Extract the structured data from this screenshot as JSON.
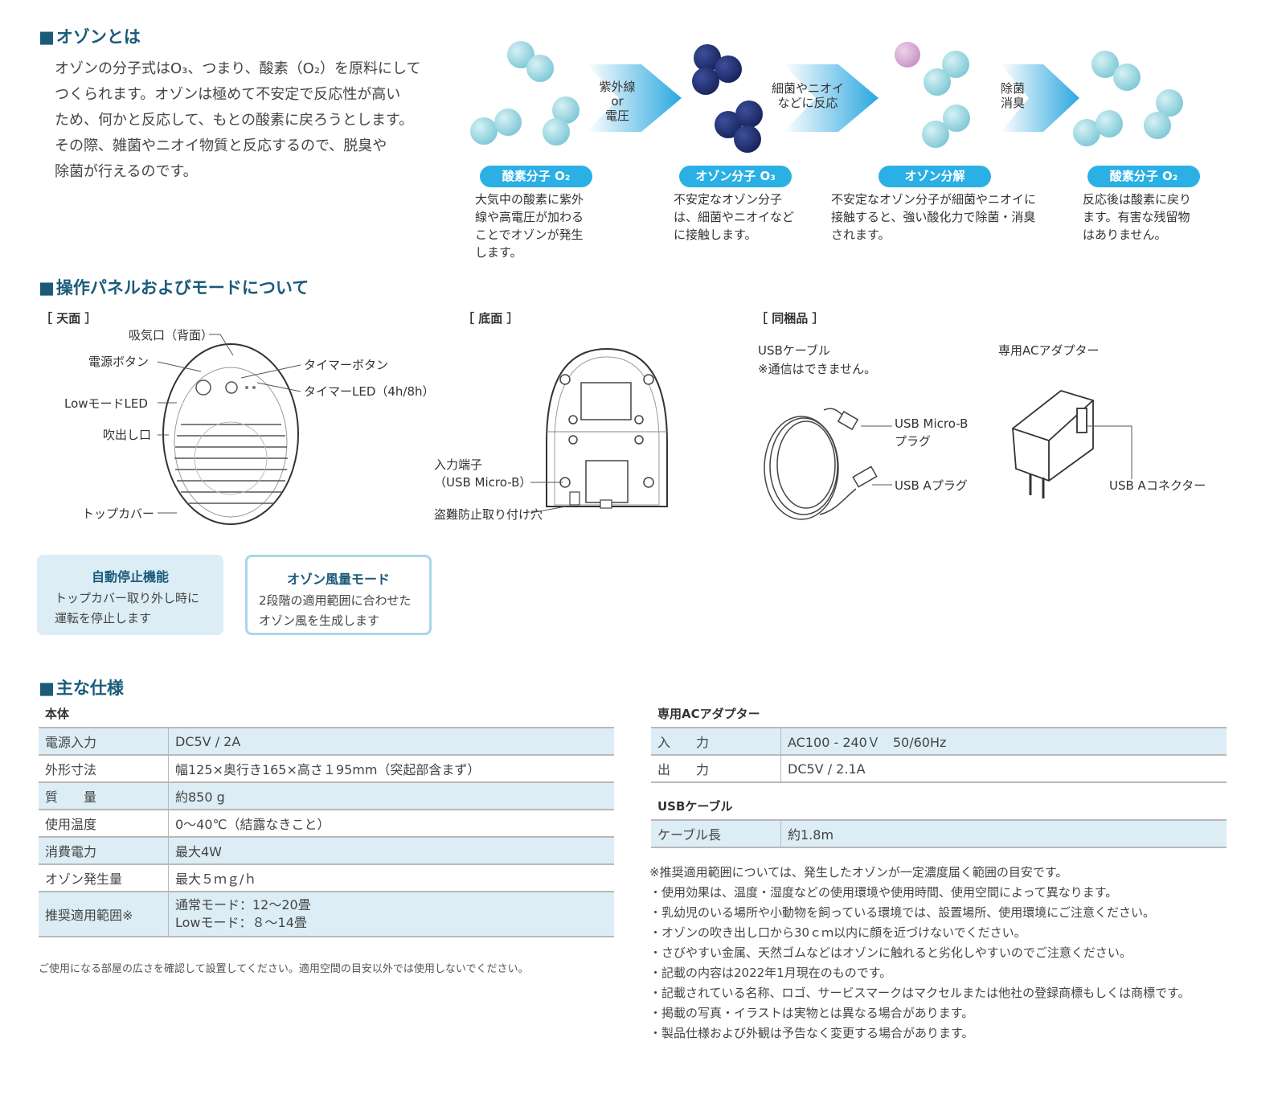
{
  "ozone": {
    "title": "オゾンとは",
    "intro": [
      "オゾンの分子式はO₃、つまり、酸素（O₂）を原料にして",
      "つくられます。オゾンは極めて不安定で反応性が高い",
      "ため、何かと反応して、もとの酸素に戻ろうとします。",
      "その際、雑菌やニオイ物質と反応するので、脱臭や",
      "除菌が行えるのです。"
    ],
    "arrows": [
      "紫外線\nor\n電圧",
      "細菌やニオイ\nなどに反応",
      "除菌\n消臭"
    ],
    "steps": [
      {
        "label": "酸素分子 O₂",
        "text": "大気中の酸素に紫外\n線や高電圧が加わる\nことでオゾンが発生\nします。"
      },
      {
        "label": "オゾン分子 O₃",
        "text": "不安定なオゾン分子\nは、細菌やニオイなど\nに接触します。"
      },
      {
        "label": "オゾン分解",
        "text": "不安定なオゾン分子が細菌やニオイに\n接触すると、強い酸化力で除菌・消臭\nされます。"
      },
      {
        "label": "酸素分子 O₂",
        "text": "反応後は酸素に戻り\nます。有害な残留物\nはありません。"
      }
    ],
    "colors": {
      "o2": "#8fd3df",
      "o3": "#1f2d6e",
      "bacteria": "#d6a6d2",
      "pill": "#2ab0e4"
    }
  },
  "panel": {
    "title": "操作パネルおよびモードについて",
    "top": {
      "bracket": "［ 天面 ］",
      "labels": {
        "intake": "吸気口（背面）",
        "power": "電源ボタン",
        "timer": "タイマーボタン",
        "low_led": "LowモードLED",
        "timer_led": "タイマーLED（4h/8h）",
        "outlet": "吹出し口",
        "cover": "トップカバー"
      }
    },
    "bottom": {
      "bracket": "［ 底面 ］",
      "labels": {
        "input1": "入力端子",
        "input2": "（USB Micro-B）",
        "lock": "盗難防止取り付け穴"
      }
    },
    "bundle": {
      "bracket": "［ 同梱品 ］",
      "usb_cable": "USBケーブル",
      "usb_note": "※通信はできません。",
      "adapter": "専用ACアダプター",
      "microb1": "USB Micro-B",
      "microb2": "プラグ",
      "aplug": "USB Aプラグ",
      "aconn": "USB Aコネクター"
    },
    "boxes": [
      {
        "title": "自動停止機能",
        "text": "トップカバー取り外し時に\n運転を停止します"
      },
      {
        "title": "オゾン風量モード",
        "text": "2段階の適用範囲に合わせた\nオゾン風を生成します"
      }
    ]
  },
  "spec": {
    "title": "主な仕様",
    "main_head": "本体",
    "main_rows": [
      {
        "k": "電源入力",
        "v": "DC5V / 2A"
      },
      {
        "k": "外形寸法",
        "v": "幅125×奥行き165×高さ１95mm（突起部含まず）"
      },
      {
        "k": "質　　量",
        "v": "約850 g"
      },
      {
        "k": "使用温度",
        "v": "0～40℃（結露なきこと）"
      },
      {
        "k": "消費電力",
        "v": "最大4W"
      },
      {
        "k": "オゾン発生量",
        "v": "最大５ｍｇ/ｈ"
      },
      {
        "k": "推奨適用範囲※",
        "v": "通常モード：12～20畳",
        "v2": "Lowモード：８～14畳"
      }
    ],
    "main_note": "ご使用になる部屋の広さを確認して設置してください。適用空間の目安以外では使用しないでください。",
    "adapter_head": "専用ACアダプター",
    "adapter_rows": [
      {
        "k": "入　　力",
        "v": "AC100 - 240Ｖ　50/60Hz"
      },
      {
        "k": "出　　力",
        "v": "DC5V / 2.1A"
      }
    ],
    "usb_head": "USBケーブル",
    "usb_rows": [
      {
        "k": "ケーブル長",
        "v": "約1.8m"
      }
    ],
    "notes": [
      "※推奨適用範囲については、発生したオゾンが一定濃度届く範囲の目安です。",
      "・使用効果は、温度・湿度などの使用環境や使用時間、使用空間によって異なります。",
      "・乳幼児のいる場所や小動物を飼っている環境では、設置場所、使用環境にご注意ください。",
      "・オゾンの吹き出し口から30ｃｍ以内に顔を近づけないでください。",
      "・さびやすい金属、天然ゴムなどはオゾンに触れると劣化しやすいのでご注意ください。",
      "・記載の内容は2022年1月現在のものです。",
      "・記載されている名称、ロゴ、サービスマークはマクセルまたは他社の登録商標もしくは商標です。",
      "・掲載の写真・イラストは実物とは異なる場合があります。",
      "・製品仕様および外観は予告なく変更する場合があります。"
    ]
  }
}
